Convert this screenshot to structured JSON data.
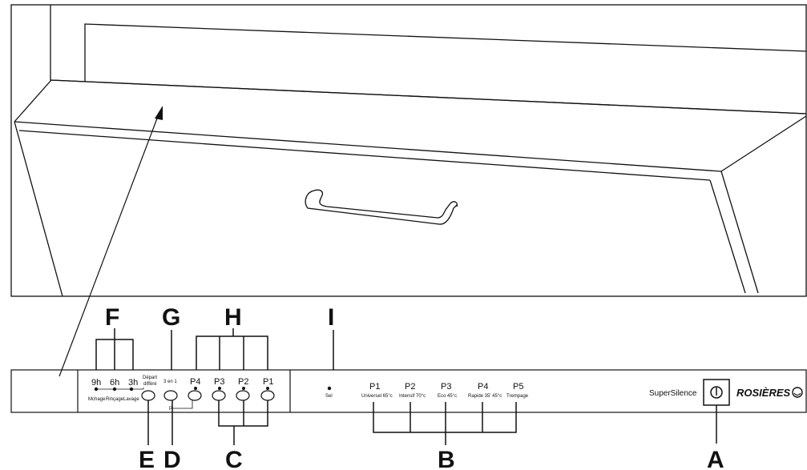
{
  "callouts": {
    "A": "A",
    "B": "B",
    "C": "C",
    "D": "D",
    "E": "E",
    "F": "F",
    "G": "G",
    "H": "H",
    "I": "I"
  },
  "delay": {
    "hours": [
      "9h",
      "6h",
      "3h"
    ],
    "phases": [
      "Mchage",
      "Rinçage",
      "Lavage"
    ],
    "start_label_1": "Départ",
    "start_label_2": "différé"
  },
  "option_3in1": "3 en 1",
  "program_buttons": [
    "P4",
    "P3",
    "P2",
    "P1"
  ],
  "p_marker": "P",
  "salt_label": "Sel",
  "programs": [
    {
      "code": "P1",
      "name": "Universel 65°c"
    },
    {
      "code": "P2",
      "name": "Intensif 70°c"
    },
    {
      "code": "P3",
      "name": "Eco 45°c"
    },
    {
      "code": "P4",
      "name": "Rapide 35' 45°c"
    },
    {
      "code": "P5",
      "name": "Trempage"
    }
  ],
  "model_label": "SuperSilence",
  "brand": "ROSIÈRES",
  "power_symbol": "⏻"
}
